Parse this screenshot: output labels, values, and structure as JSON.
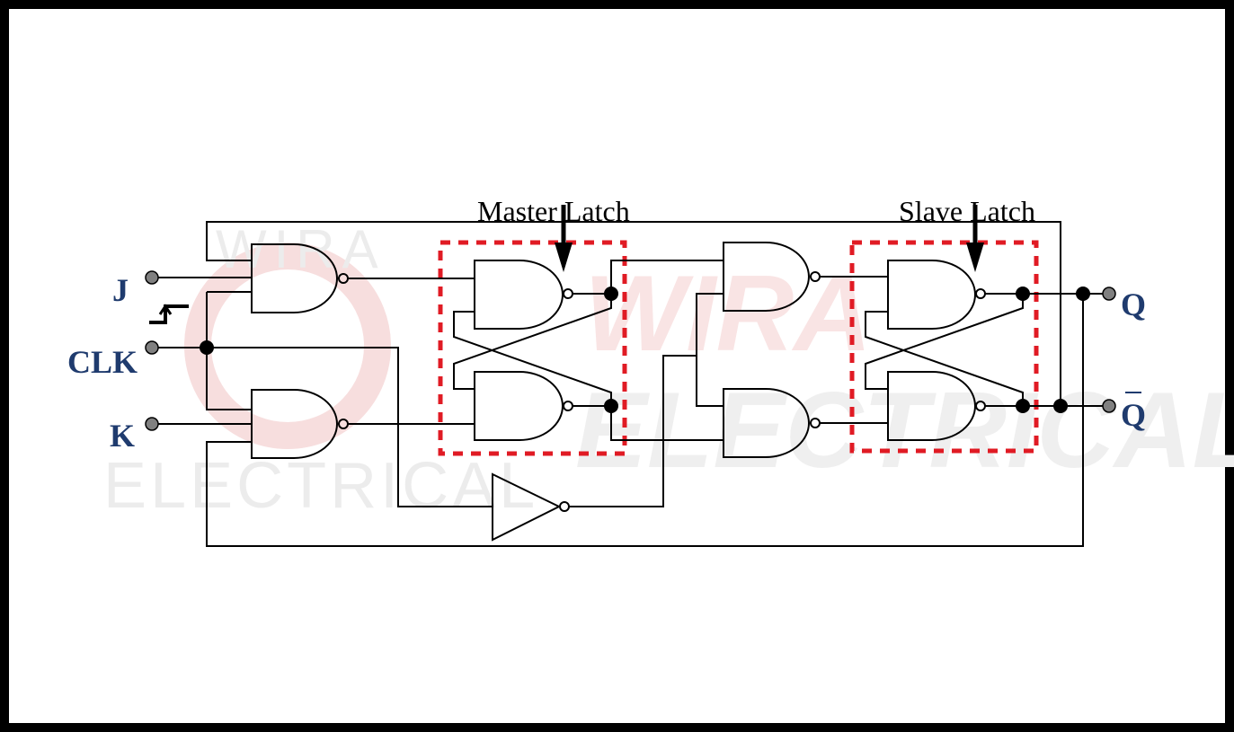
{
  "watermark": {
    "line1": "WIRA",
    "line2": "ELECTRICAL",
    "big_line1": "WIRA",
    "big_line2": "ELECTRICAL"
  },
  "labels": {
    "master_latch": "Master Latch",
    "slave_latch": "Slave Latch",
    "input_j": "J",
    "input_clk": "CLK",
    "input_k": "K",
    "output_q": "Q",
    "output_qbar": "Q"
  },
  "colors": {
    "io_label": "#1f3b6e",
    "latch_box": "#e01b24",
    "terminal": "#808080",
    "wire": "#000000",
    "watermark": "#e6e6e6",
    "watermark_red": "#f7dede"
  }
}
